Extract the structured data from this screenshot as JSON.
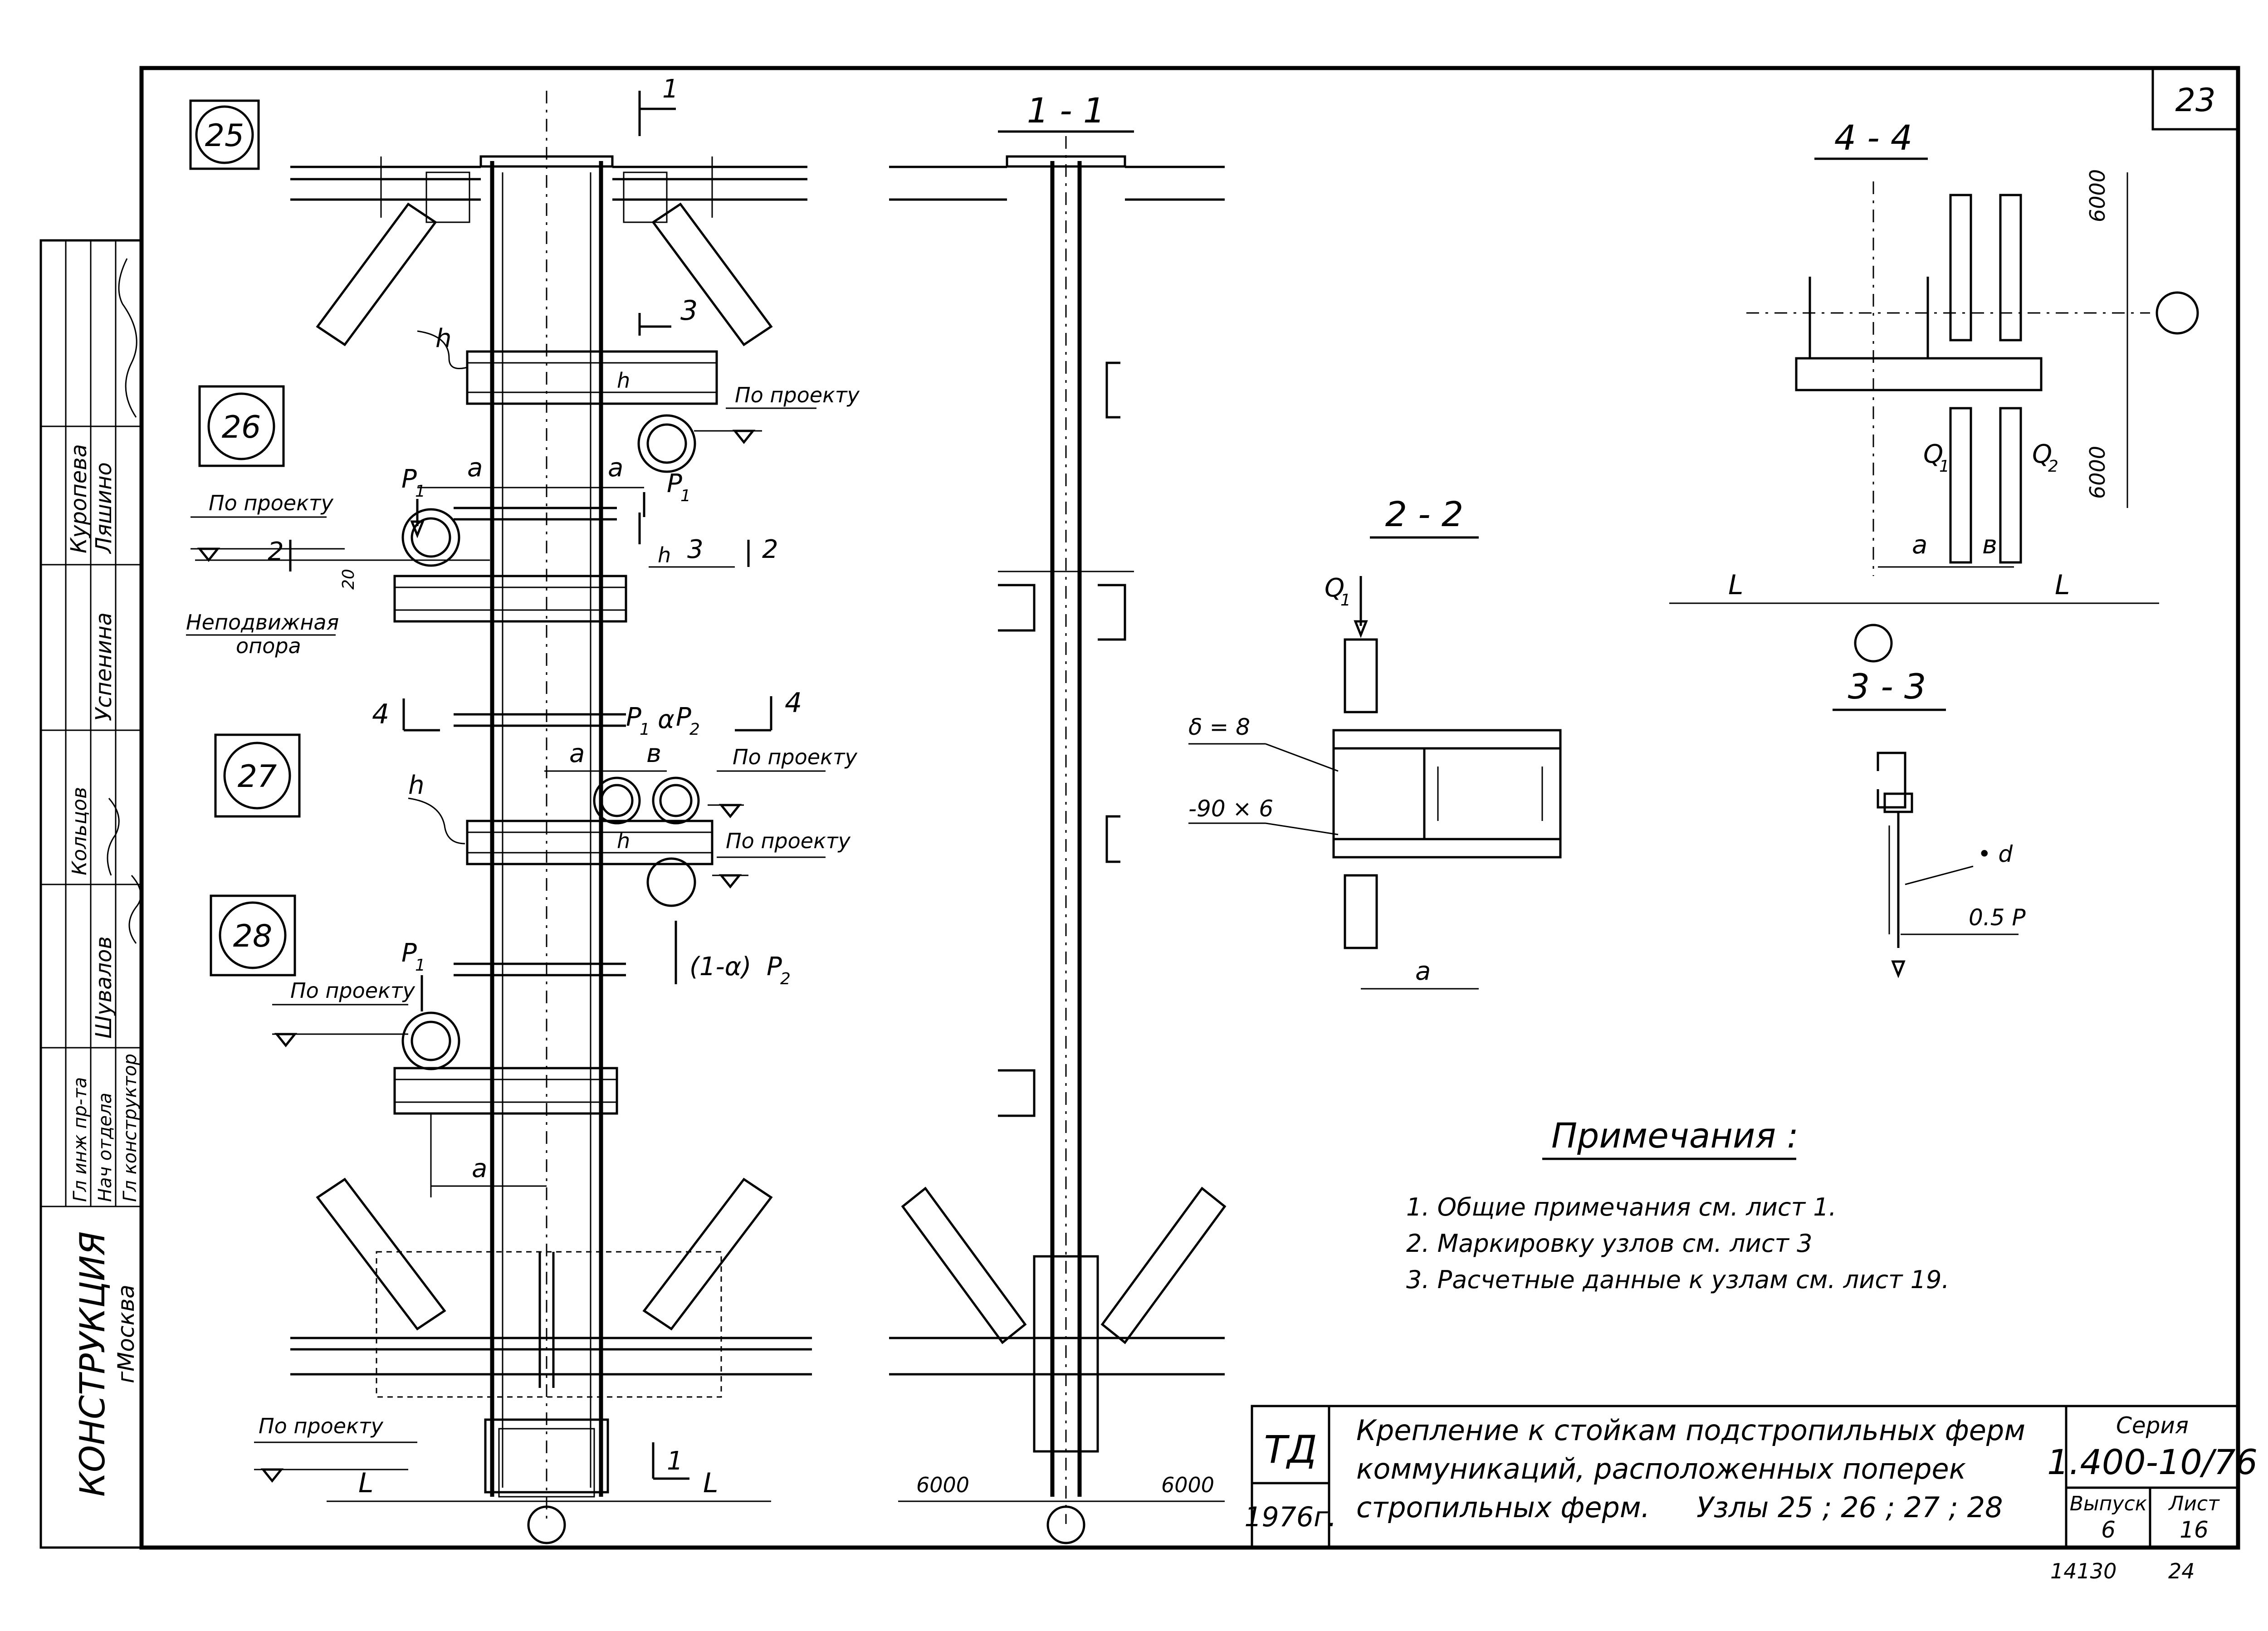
{
  "sheet_number": "23",
  "nodes": {
    "n25": "25",
    "n26": "26",
    "n27": "27",
    "n28": "28"
  },
  "sections": {
    "s11": "1 - 1",
    "s22": "2 - 2",
    "s33": "3 - 3",
    "s44": "4 - 4"
  },
  "marks": {
    "one": "1",
    "two": "2",
    "three": "3",
    "four": "4",
    "h": "h",
    "a": "a",
    "b": "в",
    "L": "L",
    "P1": "P",
    "P1_sub": "1",
    "P2": "P",
    "P2_sub": "2",
    "alpha": "α",
    "one_minus_alpha": "(1-α)",
    "Q1": "Q",
    "Q1_sub": "1",
    "Q2": "Q",
    "Q2_sub": "2",
    "d": "• d",
    "half_p": "0.5 P",
    "delta8": "δ = 8",
    "plate": "-90 × 6",
    "dim6000": "6000",
    "dim20": "20"
  },
  "labels": {
    "po_proektu": "По проекту",
    "nepodvizhnaya": "Неподвижная",
    "opora": "опора"
  },
  "notes": {
    "title": "Примечания :",
    "items": [
      "1. Общие примечания см. лист 1.",
      "2. Маркировку узлов см. лист 3",
      "3. Расчетные данные к узлам см. лист 19."
    ]
  },
  "title_block": {
    "td": "ТД",
    "year": "1976г.",
    "title_lines": [
      "Крепление к стойкам подстропильных ферм",
      "коммуникаций, расположенных поперек",
      "стропильных ферм."
    ],
    "nodes_line": "Узлы 25 ; 26 ; 27 ; 28",
    "series_label": "Серия",
    "series": "1.400-10/76",
    "issue_label": "Выпуск",
    "issue": "6",
    "sheet_label": "Лист",
    "sheet": "16"
  },
  "side_stamp": {
    "org": "КОНСТРУКЦИЯ",
    "city": "гМосква",
    "roles": [
      "Гл конструктор",
      "Нач отдела",
      "Гл инж пр-та"
    ],
    "names": [
      "Шувалов",
      "Ляшино",
      "Куропева",
      "Успенина",
      "Кольцов"
    ]
  },
  "footer": {
    "code": "14130",
    "page": "24"
  }
}
